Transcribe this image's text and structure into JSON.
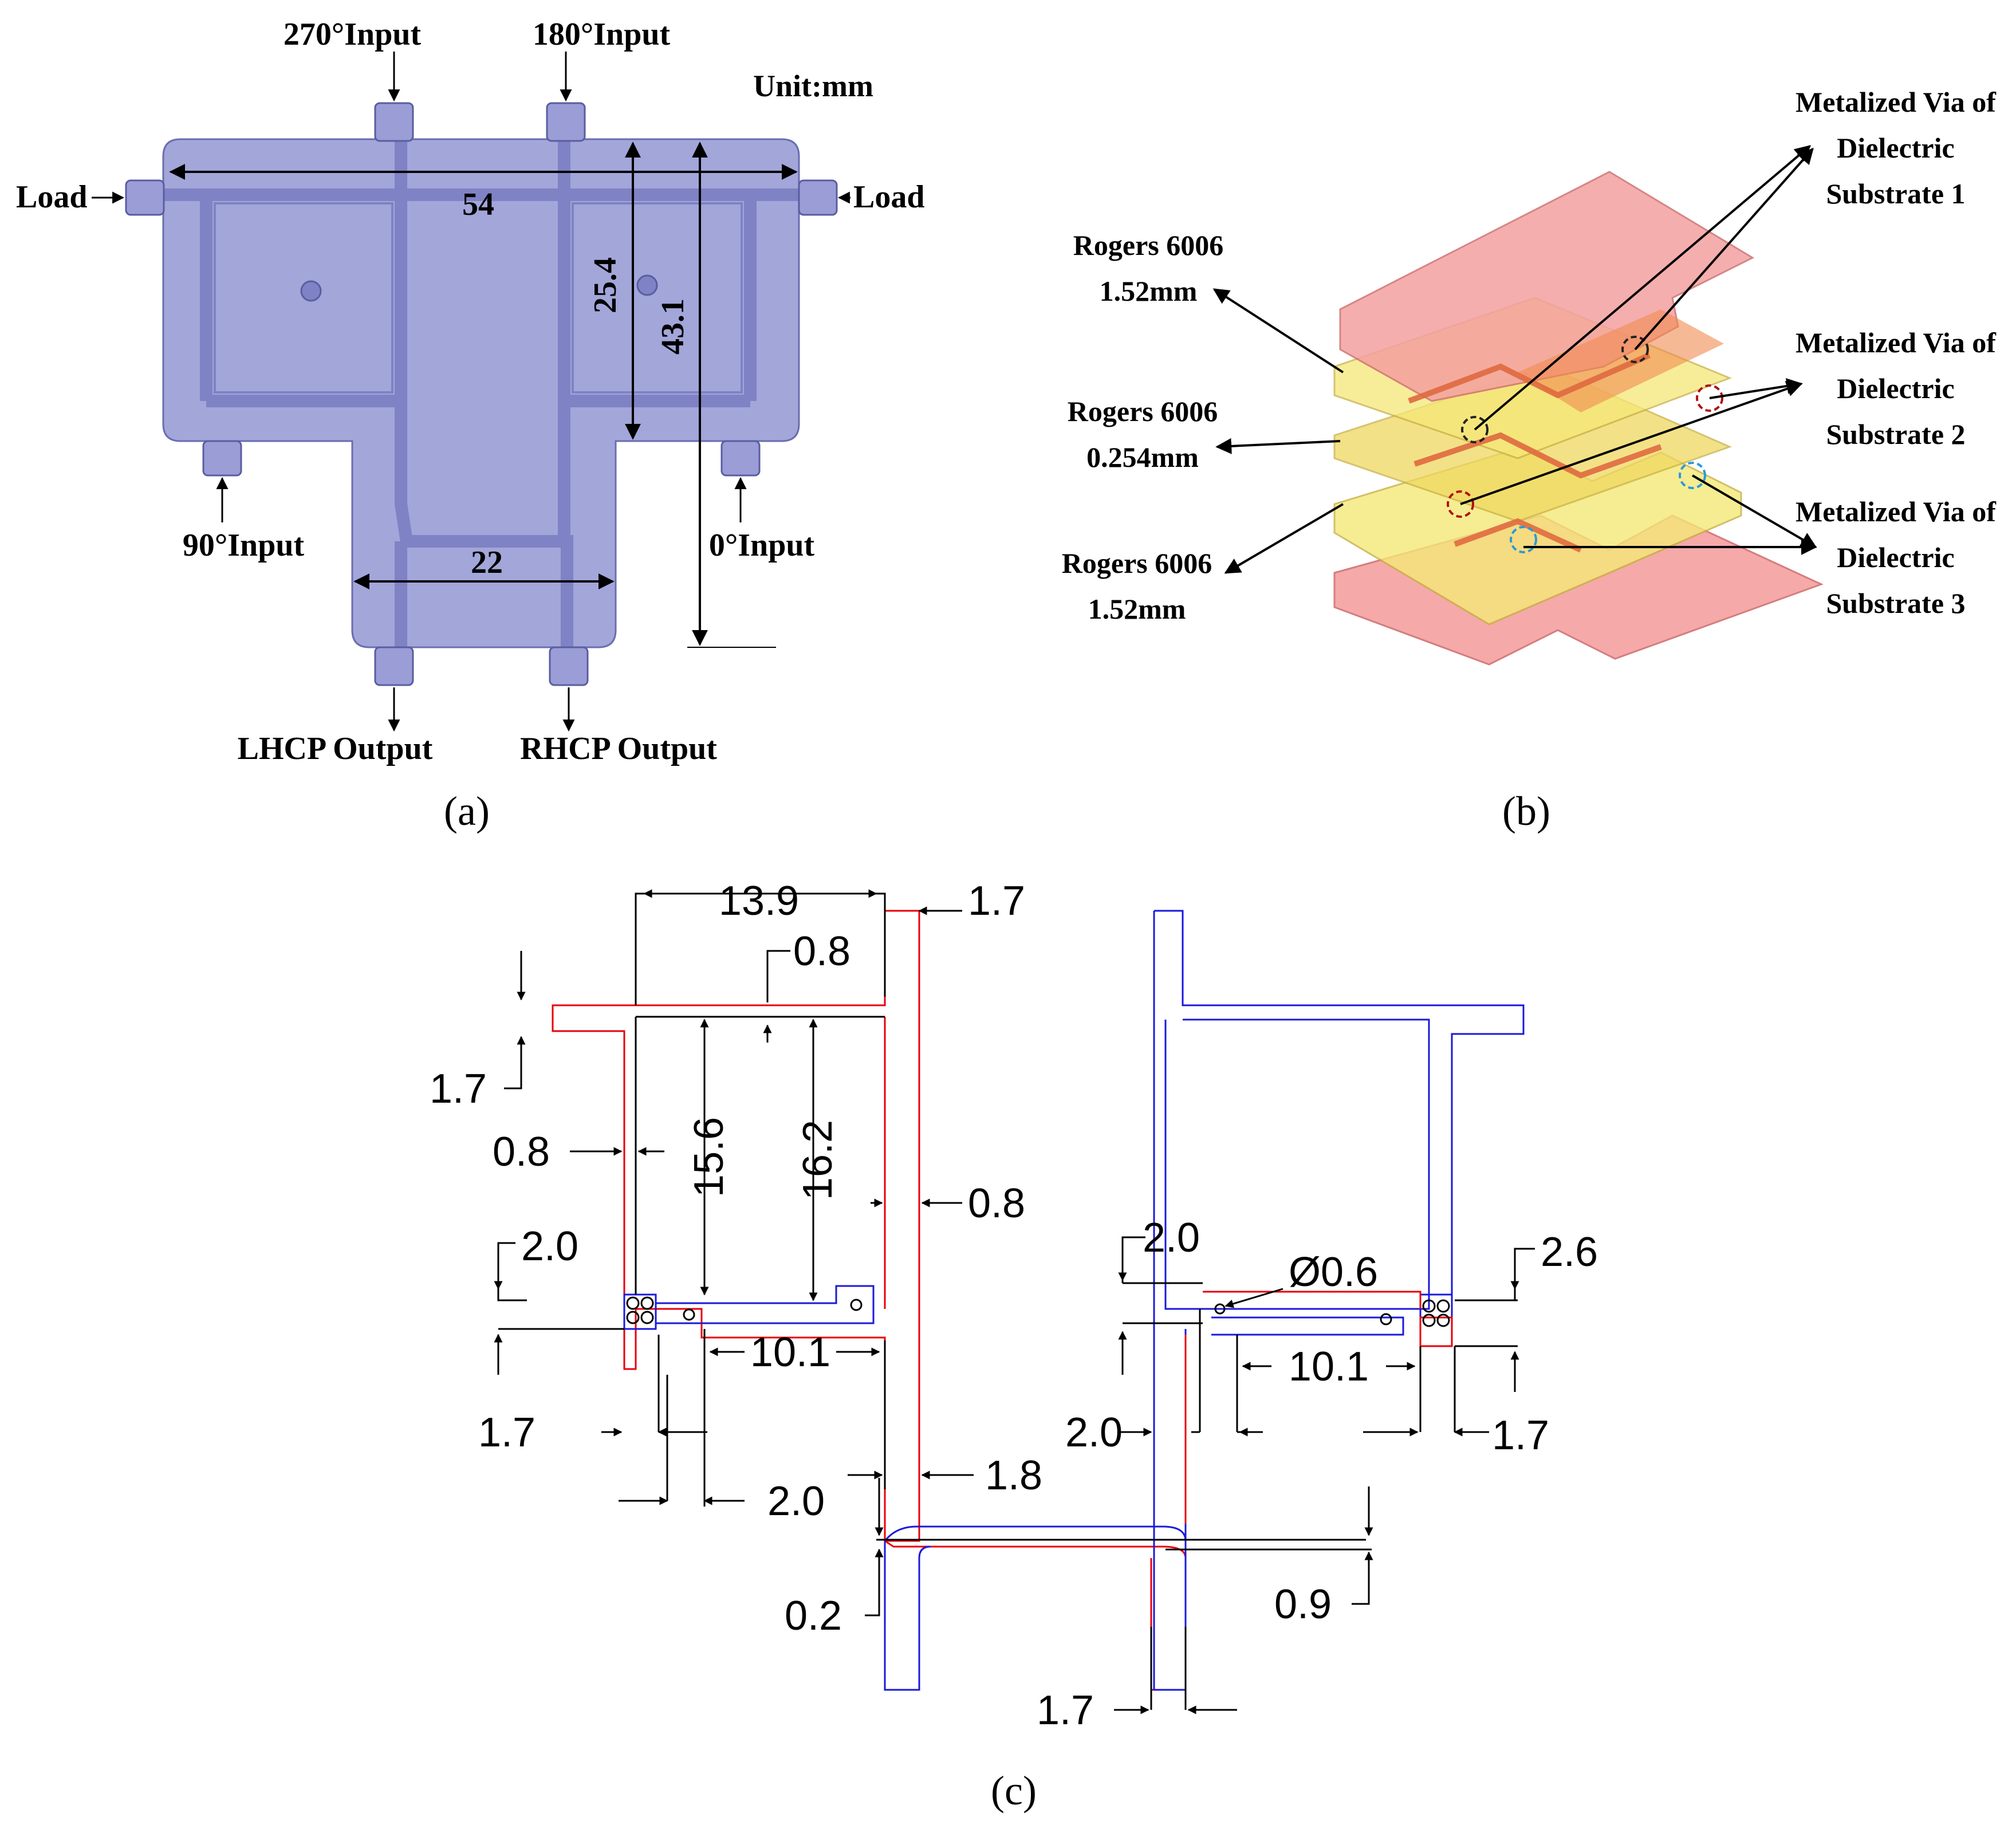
{
  "panel_a": {
    "caption": "(a)",
    "unit": "Unit:mm",
    "ports": {
      "in270": "270°Input",
      "in180": "180°Input",
      "in90": "90°Input",
      "in0": "0°Input",
      "load_left": "Load",
      "load_right": "Load",
      "lhcp": "LHCP Output",
      "rhcp": "RHCP Output"
    },
    "dims": {
      "width": "54",
      "h1": "25.4",
      "h2": "43.1",
      "bottom": "22"
    }
  },
  "panel_b": {
    "caption": "(b)",
    "layers": [
      {
        "name": "Rogers 6006",
        "thickness": "1.52mm"
      },
      {
        "name": "Rogers 6006",
        "thickness": "0.254mm"
      },
      {
        "name": "Rogers 6006",
        "thickness": "1.52mm"
      }
    ],
    "vias": [
      {
        "l1": "Metalized Via of",
        "l2": "Dielectric",
        "l3": "Substrate 1"
      },
      {
        "l1": "Metalized Via of",
        "l2": "Dielectric",
        "l3": "Substrate 2"
      },
      {
        "l1": "Metalized Via of",
        "l2": "Dielectric",
        "l3": "Substrate 3"
      }
    ],
    "colors": {
      "metal": "#f4a0a0",
      "substrate": "#f5e878",
      "via1": "#222222",
      "via2": "#b01010",
      "via3": "#2a9ad8"
    }
  },
  "panel_c": {
    "caption": "(c)",
    "colors": {
      "layer_red": "#e8000b",
      "layer_blue": "#1a1adc"
    },
    "dims": {
      "d13_9": "13.9",
      "d1_7_top": "1.7",
      "d0_8_top": "0.8",
      "d1_7_left": "1.7",
      "d0_8_left": "0.8",
      "d15_6": "15.6",
      "d16_2": "16.2",
      "d0_8_right": "0.8",
      "d2_0_left": "2.0",
      "d10_1_left": "10.1",
      "d1_7_bl": "1.7",
      "d2_0_bl": "2.0",
      "d1_8": "1.8",
      "d0_2": "0.2",
      "d2_0_right": "2.0",
      "d0_6": "Ø0.6",
      "d2_6": "2.6",
      "d10_1_right": "10.1",
      "d2_0_br": "2.0",
      "d1_7_br": "1.7",
      "d0_9": "0.9",
      "d1_7_bottom": "1.7"
    }
  }
}
